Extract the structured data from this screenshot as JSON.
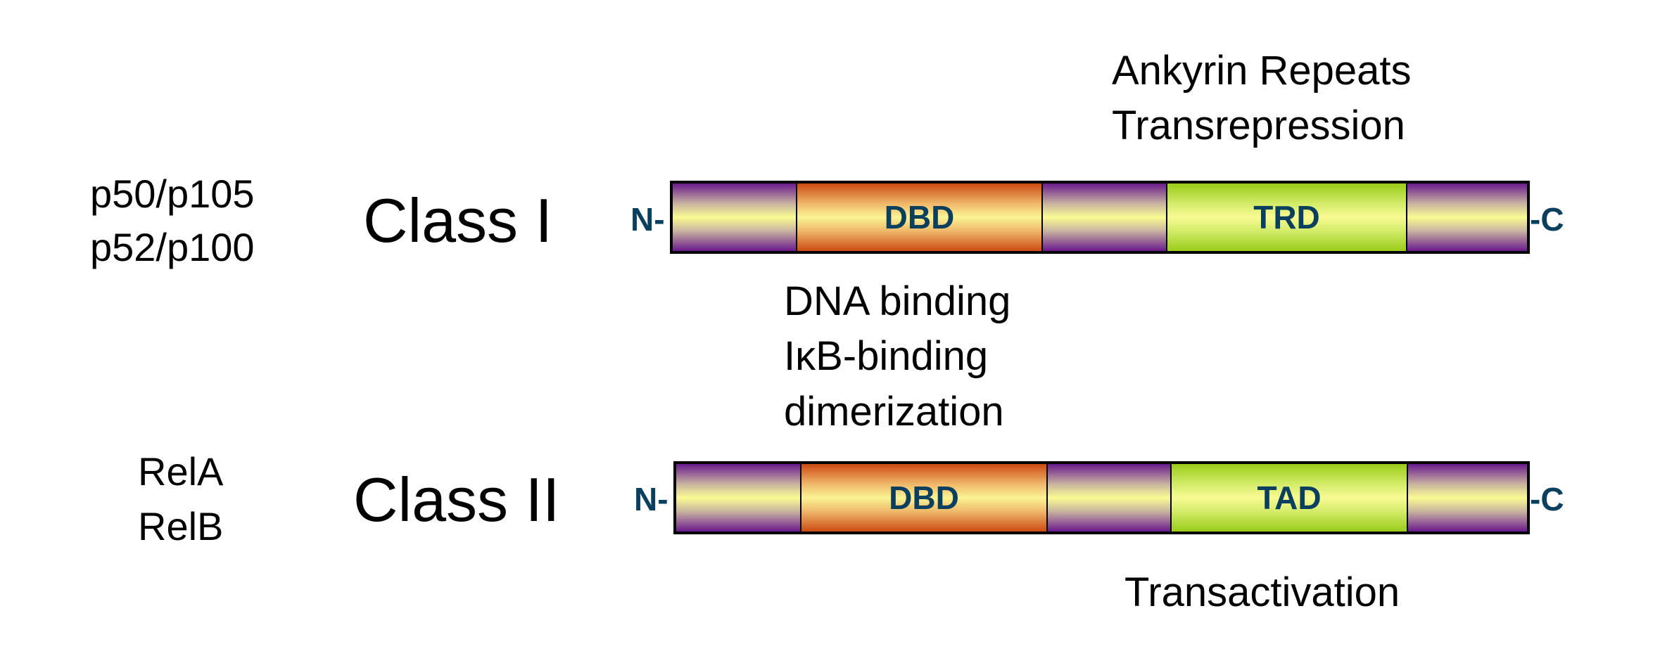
{
  "class1": {
    "members": [
      "p50/p105",
      "p52/p100"
    ],
    "title": "Class I",
    "n_term": "N-",
    "c_term": "-C",
    "domains": [
      "",
      "DBD",
      "",
      "TRD",
      ""
    ],
    "annotation_above": [
      "Ankyrin Repeats",
      "Transrepression"
    ],
    "annotation_below": [
      "DNA binding",
      "IκB-binding",
      "dimerization"
    ]
  },
  "class2": {
    "members": [
      "RelA",
      "RelB"
    ],
    "title": "Class II",
    "n_term": "N-",
    "c_term": "-C",
    "domains": [
      "",
      "DBD",
      "",
      "TAD",
      ""
    ],
    "annotation_below": [
      "Transactivation"
    ]
  },
  "colors": {
    "linker_edge": "#6a1a8c",
    "core": "#fbfb94",
    "dbd_edge": "#cc4a12",
    "green_edge": "#9acc18",
    "label": "#0b3f5e"
  }
}
